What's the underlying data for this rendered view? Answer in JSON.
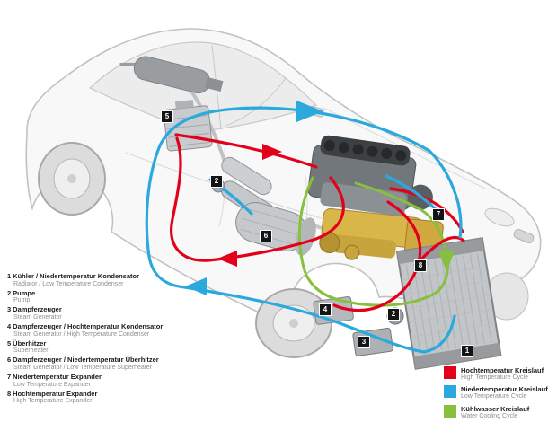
{
  "diagram": {
    "subject": "car waste-heat recovery (turbosteamer) cutaway diagram"
  },
  "legend": {
    "items": [
      {
        "num": "1",
        "de": "Kühler / Niedertemperatur Kondensator",
        "en": "Radiator / Low Temperature Condenser"
      },
      {
        "num": "2",
        "de": "Pumpe",
        "en": "Pump"
      },
      {
        "num": "3",
        "de": "Dampferzeuger",
        "en": "Steam Generator"
      },
      {
        "num": "4",
        "de": "Dampferzeuger / Hochtemperatur Kondensator",
        "en": "Steam Generator / High Temperature Condenser"
      },
      {
        "num": "5",
        "de": "Überhitzer",
        "en": "Superheater"
      },
      {
        "num": "6",
        "de": "Dampferzeuger / Niedertemperatur Überhitzer",
        "en": "Steam Generator / Low Temperature Superheater"
      },
      {
        "num": "7",
        "de": "Niedertemperatur Expander",
        "en": "Low Temperature Expander"
      },
      {
        "num": "8",
        "de": "Hochtemperatur Expander",
        "en": "High Temperature Expander"
      }
    ]
  },
  "cycles": [
    {
      "de": "Hochtemperatur Kreislauf",
      "en": "High Temperature Cycle",
      "color": "#e2001a"
    },
    {
      "de": "Niedertemperatur Kreislauf",
      "en": "Low Temperature Cycle",
      "color": "#2aa9de"
    },
    {
      "de": "Kühlwasser Kreislauf",
      "en": "Water Cooling Cycle",
      "color": "#86c03c"
    }
  ],
  "markers": [
    {
      "label": "5"
    },
    {
      "label": "2"
    },
    {
      "label": "6"
    },
    {
      "label": "7"
    },
    {
      "label": "8"
    },
    {
      "label": "4"
    },
    {
      "label": "2"
    },
    {
      "label": "3"
    },
    {
      "label": "1"
    }
  ]
}
